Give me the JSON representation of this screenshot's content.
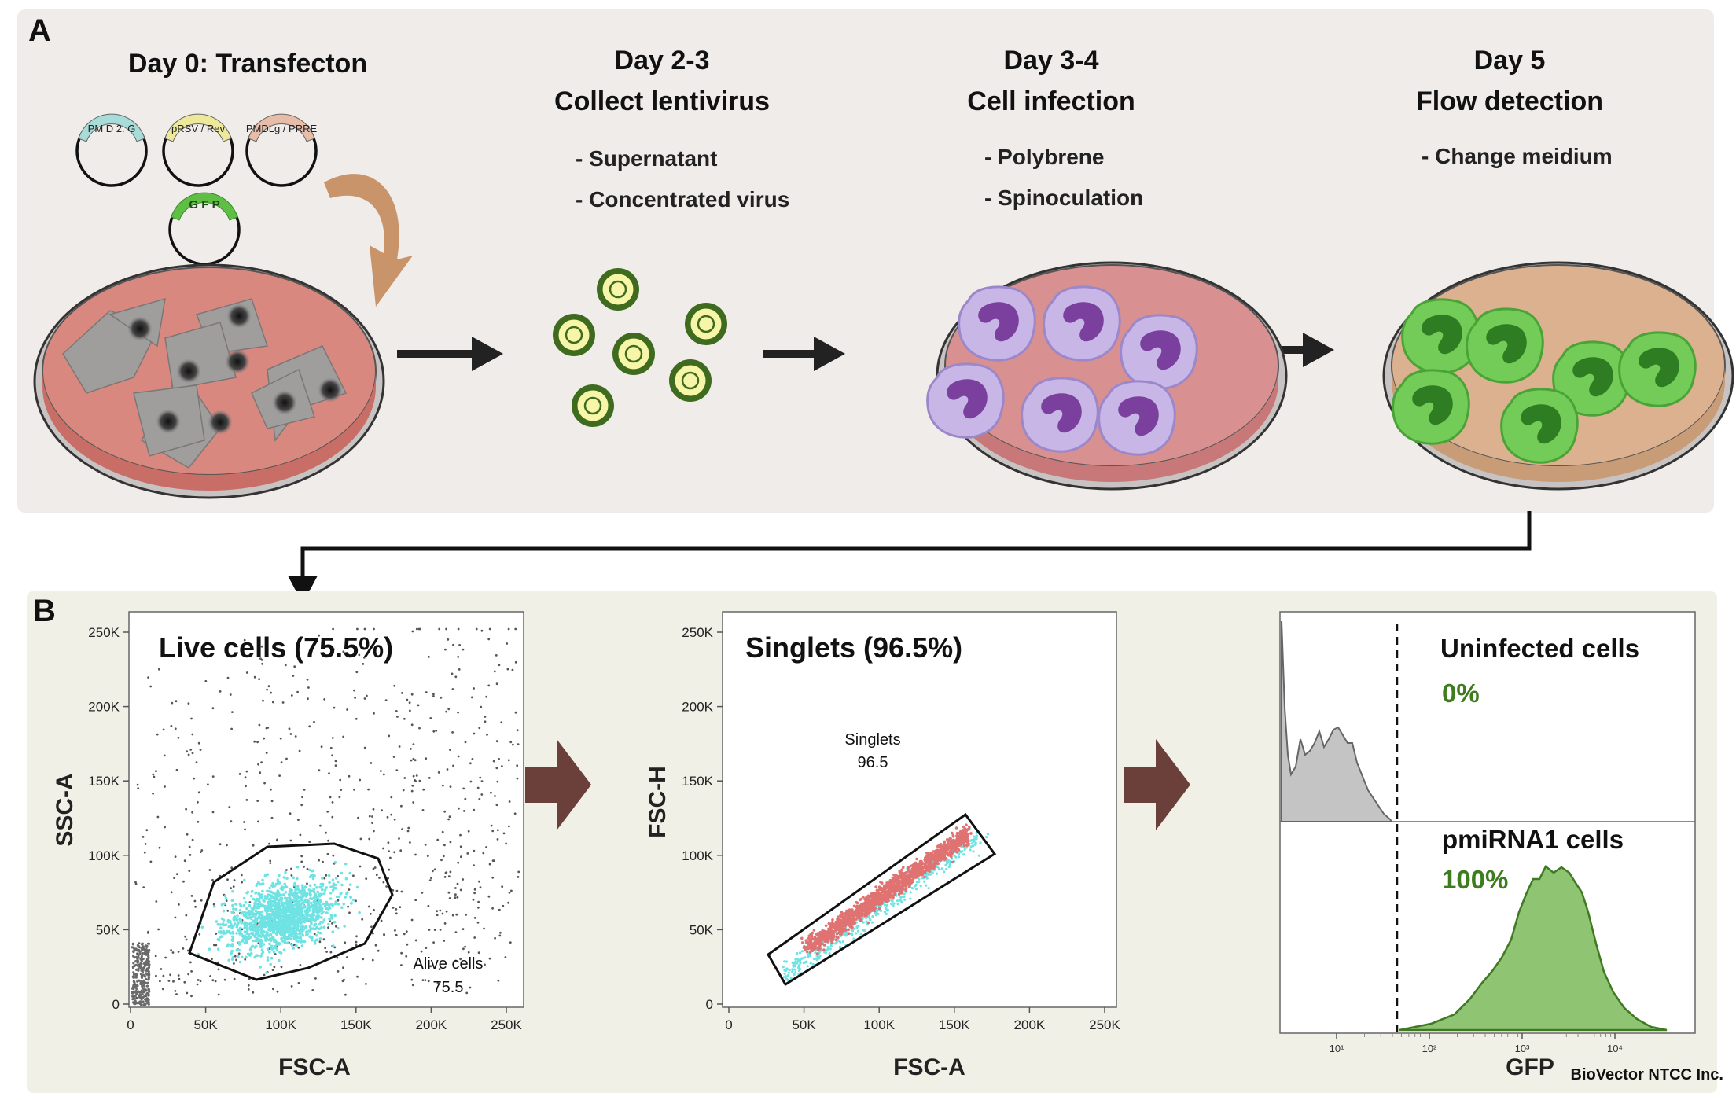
{
  "panel_a": {
    "label": "A",
    "steps": [
      {
        "title_line1": "Day 0: Transfecton",
        "title_line2": "",
        "bullets": []
      },
      {
        "title_line1": "Day 2-3",
        "title_line2": "Collect lentivirus",
        "bullets": [
          "- Supernatant",
          "- Concentrated virus"
        ]
      },
      {
        "title_line1": "Day 3-4",
        "title_line2": "Cell infection",
        "bullets": [
          "- Polybrene",
          "- Spinoculation"
        ]
      },
      {
        "title_line1": "Day 5",
        "title_line2": "Flow detection",
        "bullets": [
          "- Change meidium"
        ]
      }
    ],
    "plasmids": [
      "PM D 2. G",
      "pRSV / Rev",
      "PMDLg / PRRE",
      "G F P"
    ]
  },
  "panel_b": {
    "label": "B",
    "plot1": {
      "title": "Live cells (75.5%)",
      "xlabel": "FSC-A",
      "ylabel": "SSC-A",
      "xticks": [
        "0",
        "50K",
        "100K",
        "150K",
        "200K",
        "250K"
      ],
      "yticks": [
        "0",
        "50K",
        "100K",
        "150K",
        "200K",
        "250K"
      ],
      "gate_name": "Alive cells",
      "gate_value": "75.5"
    },
    "plot2": {
      "title": "Singlets (96.5%)",
      "xlabel": "FSC-A",
      "ylabel": "FSC-H",
      "xticks": [
        "0",
        "50K",
        "100K",
        "150K",
        "200K",
        "250K"
      ],
      "yticks": [
        "0",
        "50K",
        "100K",
        "150K",
        "200K",
        "250K"
      ],
      "gate_name": "Singlets",
      "gate_value": "96.5"
    },
    "plot3": {
      "xlabel": "GFP",
      "top_label": "Uninfected cells",
      "top_value": "0%",
      "bottom_label": "pmiRNA1 cells",
      "bottom_value": "100%",
      "xticks": [
        "10¹",
        "10²",
        "10³",
        "10⁴"
      ]
    }
  },
  "credit": "BioVector NTCC Inc.",
  "colors": {
    "panel_a_bg": "#f0ecea",
    "panel_b_bg": "#f0f0e6",
    "dish_red": "#d98880",
    "dish_tan": "#d8ae8a",
    "virus_green": "#3f6b1f",
    "virus_yellow": "#f6f5a8",
    "cell_lilac": "#c7b6e6",
    "nucleus_purple": "#7b3f9e",
    "gfp_green": "#5fbf45",
    "gfp_dark": "#2f7d22",
    "cyan_events": "#6fe3e3",
    "red_events": "#e07272",
    "arrow_brown": "#6b3f3a",
    "percent_green": "#3e7d1d"
  }
}
